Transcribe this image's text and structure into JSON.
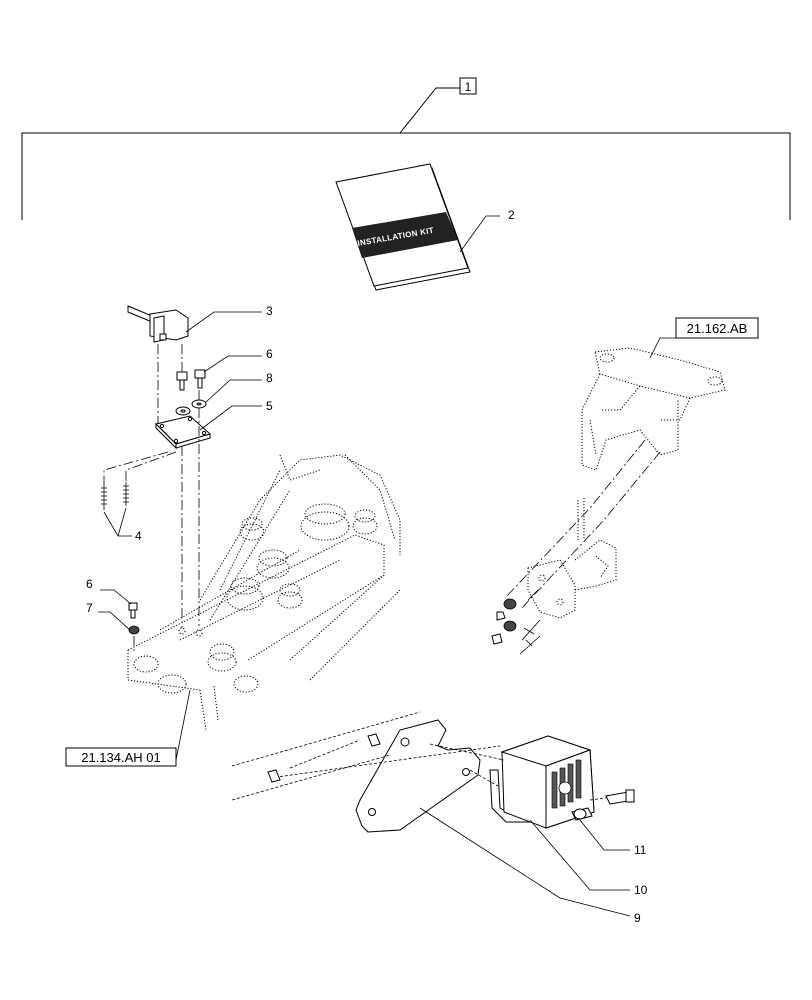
{
  "diagram": {
    "kit_label": "INSTALLATION KIT",
    "callouts": {
      "c1": "1",
      "c2": "2",
      "c3": "3",
      "c4": "4",
      "c5": "5",
      "c6a": "6",
      "c6b": "6",
      "c7": "7",
      "c8": "8",
      "c9": "9",
      "c10": "10",
      "c11": "11"
    },
    "references": {
      "ref_bracket": "21.162.AB",
      "ref_frame": "21.134.AH 01"
    }
  }
}
